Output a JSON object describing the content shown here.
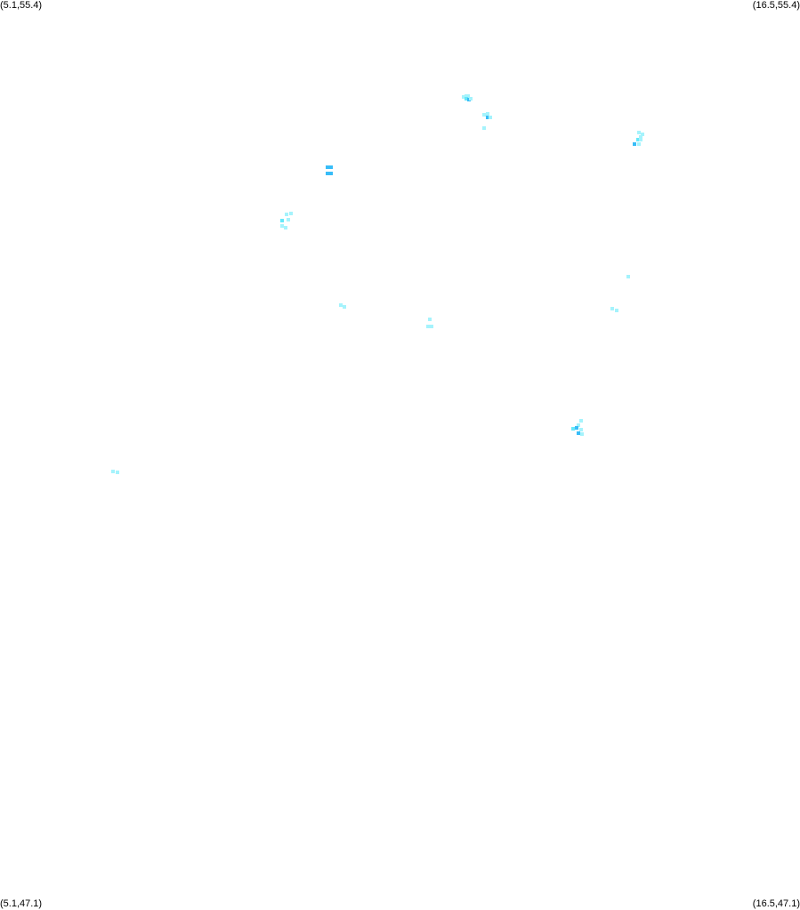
{
  "map": {
    "corners": {
      "top_left": "(5.1,55.4)",
      "top_right": "(16.5,55.4)",
      "bottom_left": "(5.1,47.1)",
      "bottom_right": "(16.5,47.1)"
    },
    "colors": {
      "background": "#ffffff",
      "density_low": "#a5f3fc",
      "density_mid": "#67e8f9",
      "density_high": "#38bdf8"
    },
    "points": [
      {
        "lon": 11.74,
        "lat": 54.52,
        "level": "low"
      },
      {
        "lon": 11.77,
        "lat": 54.52,
        "level": "low"
      },
      {
        "lon": 11.7,
        "lat": 54.51,
        "level": "low"
      },
      {
        "lon": 11.74,
        "lat": 54.5,
        "level": "mid"
      },
      {
        "lon": 11.78,
        "lat": 54.49,
        "level": "high"
      },
      {
        "lon": 11.81,
        "lat": 54.5,
        "level": "low"
      },
      {
        "lon": 12.0,
        "lat": 54.35,
        "level": "low"
      },
      {
        "lon": 12.05,
        "lat": 54.36,
        "level": "low"
      },
      {
        "lon": 12.05,
        "lat": 54.33,
        "level": "high"
      },
      {
        "lon": 12.09,
        "lat": 54.33,
        "level": "low"
      },
      {
        "lon": 12.0,
        "lat": 54.23,
        "level": "low"
      },
      {
        "lon": 14.2,
        "lat": 54.19,
        "level": "low"
      },
      {
        "lon": 14.25,
        "lat": 54.17,
        "level": "low"
      },
      {
        "lon": 14.23,
        "lat": 54.15,
        "level": "low"
      },
      {
        "lon": 14.19,
        "lat": 54.12,
        "level": "mid"
      },
      {
        "lon": 14.23,
        "lat": 54.12,
        "level": "low"
      },
      {
        "lon": 14.14,
        "lat": 54.08,
        "level": "high"
      },
      {
        "lon": 14.21,
        "lat": 54.08,
        "level": "low"
      },
      {
        "lon": 9.77,
        "lat": 53.87,
        "level": "high"
      },
      {
        "lon": 9.82,
        "lat": 53.87,
        "level": "high"
      },
      {
        "lon": 9.77,
        "lat": 53.81,
        "level": "high"
      },
      {
        "lon": 9.82,
        "lat": 53.81,
        "level": "high"
      },
      {
        "lon": 9.18,
        "lat": 53.44,
        "level": "low"
      },
      {
        "lon": 9.24,
        "lat": 53.45,
        "level": "low"
      },
      {
        "lon": 9.12,
        "lat": 53.38,
        "level": "mid"
      },
      {
        "lon": 9.21,
        "lat": 53.39,
        "level": "low"
      },
      {
        "lon": 9.12,
        "lat": 53.33,
        "level": "low"
      },
      {
        "lon": 9.17,
        "lat": 53.32,
        "level": "low"
      },
      {
        "lon": 9.96,
        "lat": 52.61,
        "level": "low"
      },
      {
        "lon": 10.01,
        "lat": 52.59,
        "level": "low"
      },
      {
        "lon": 11.22,
        "lat": 52.48,
        "level": "low"
      },
      {
        "lon": 11.2,
        "lat": 52.41,
        "level": "low"
      },
      {
        "lon": 11.25,
        "lat": 52.41,
        "level": "low"
      },
      {
        "lon": 14.05,
        "lat": 52.87,
        "level": "low"
      },
      {
        "lon": 13.83,
        "lat": 52.58,
        "level": "low"
      },
      {
        "lon": 13.89,
        "lat": 52.56,
        "level": "low"
      },
      {
        "lon": 13.38,
        "lat": 51.55,
        "level": "low"
      },
      {
        "lon": 13.34,
        "lat": 51.51,
        "level": "low"
      },
      {
        "lon": 13.27,
        "lat": 51.48,
        "level": "mid"
      },
      {
        "lon": 13.32,
        "lat": 51.49,
        "level": "high"
      },
      {
        "lon": 13.38,
        "lat": 51.47,
        "level": "low"
      },
      {
        "lon": 13.34,
        "lat": 51.44,
        "level": "high"
      },
      {
        "lon": 13.39,
        "lat": 51.43,
        "level": "low"
      },
      {
        "lon": 6.71,
        "lat": 51.09,
        "level": "low"
      },
      {
        "lon": 6.77,
        "lat": 51.08,
        "level": "low"
      }
    ]
  }
}
